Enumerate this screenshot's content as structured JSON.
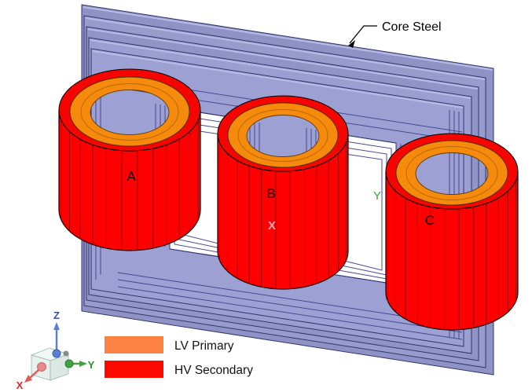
{
  "viewport": {
    "annotation": {
      "label": "Core Steel"
    },
    "model": {
      "core": {
        "name": "core-steel"
      },
      "windings": [
        {
          "label": "A"
        },
        {
          "label": "B"
        },
        {
          "label": "C"
        }
      ],
      "cs_marker": {
        "x_label": "X",
        "y_label": "Y"
      }
    },
    "triad": {
      "x_label": "X",
      "y_label": "Y",
      "z_label": "Z"
    },
    "legend": {
      "items": [
        {
          "label": "LV Primary",
          "color": "#FB8243"
        },
        {
          "label": "HV Secondary",
          "color": "#FA0A00"
        }
      ]
    },
    "colors": {
      "core": "#9CA0D2",
      "core_edge": "#33366E",
      "lv_primary": "#F68A0C",
      "hv_secondary": "#FF0000",
      "background": "#FFFFFF"
    }
  }
}
